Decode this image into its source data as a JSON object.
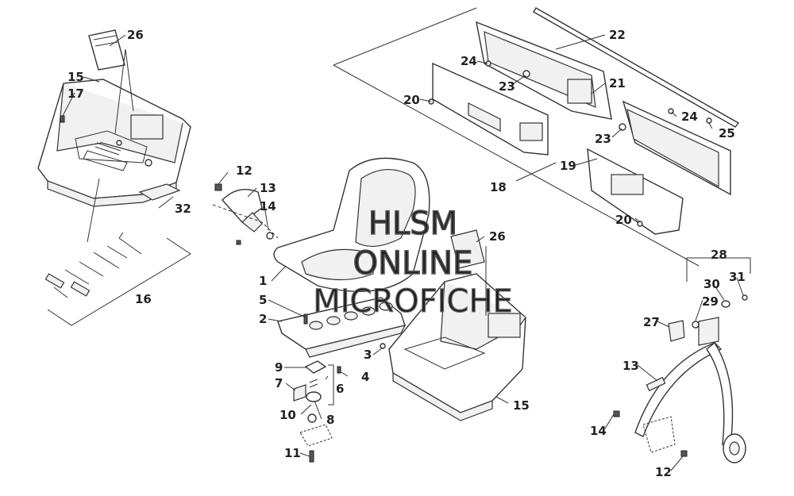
{
  "callouts": {
    "c1": "1",
    "c2": "2",
    "c3": "3",
    "c4": "4",
    "c5": "5",
    "c6": "6",
    "c7": "7",
    "c8": "8",
    "c9": "9",
    "c10": "10",
    "c11": "11",
    "c12a": "12",
    "c12b": "12",
    "c13a": "13",
    "c13b": "13",
    "c14a": "14",
    "c14b": "14",
    "c15a": "15",
    "c15b": "15",
    "c16": "16",
    "c17": "17",
    "c18": "18",
    "c19": "19",
    "c20a": "20",
    "c20b": "20",
    "c21": "21",
    "c22": "22",
    "c23a": "23",
    "c23b": "23",
    "c24a": "24",
    "c24b": "24",
    "c25": "25",
    "c26a": "26",
    "c26b": "26",
    "c27": "27",
    "c28": "28",
    "c29": "29",
    "c30": "30",
    "c31": "31",
    "c32": "32"
  },
  "watermark": {
    "line1": "HLSM",
    "line2": "ONLINE",
    "line3": "MICROFICHE"
  }
}
